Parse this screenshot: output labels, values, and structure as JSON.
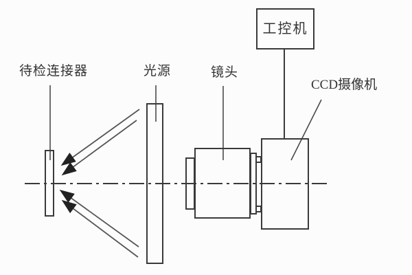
{
  "labels": {
    "connector": "待检连接器",
    "light_source": "光源",
    "lens": "镜头",
    "industrial_pc": "工控机",
    "ccd_camera": "CCD摄像机"
  },
  "colors": {
    "line": "#3a3a3a",
    "arrow_fill": "#222222",
    "text": "#333333",
    "background": "#fcfcfc"
  }
}
